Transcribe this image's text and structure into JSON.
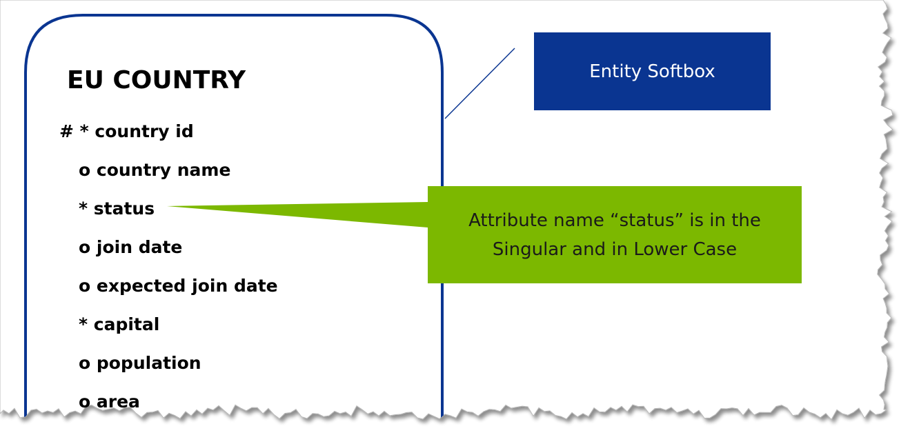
{
  "entity": {
    "title": "EU COUNTRY",
    "attributes": [
      {
        "text": "# * country id"
      },
      {
        "text": "o country name"
      },
      {
        "text": "* status"
      },
      {
        "text": "o join date"
      },
      {
        "text": "o expected join date"
      },
      {
        "text": "* capital"
      },
      {
        "text": "o population"
      },
      {
        "text": "o area"
      }
    ]
  },
  "callouts": {
    "entity_label": "Entity Softbox",
    "attribute_label_line1": "Attribute name “status” is in the",
    "attribute_label_line2": "Singular and in Lower Case"
  },
  "colors": {
    "entity_border": "#0a3591",
    "entity_label_bg": "#0a3591",
    "attribute_label_bg": "#7cb800",
    "frame_border": "#a0a0a0"
  }
}
